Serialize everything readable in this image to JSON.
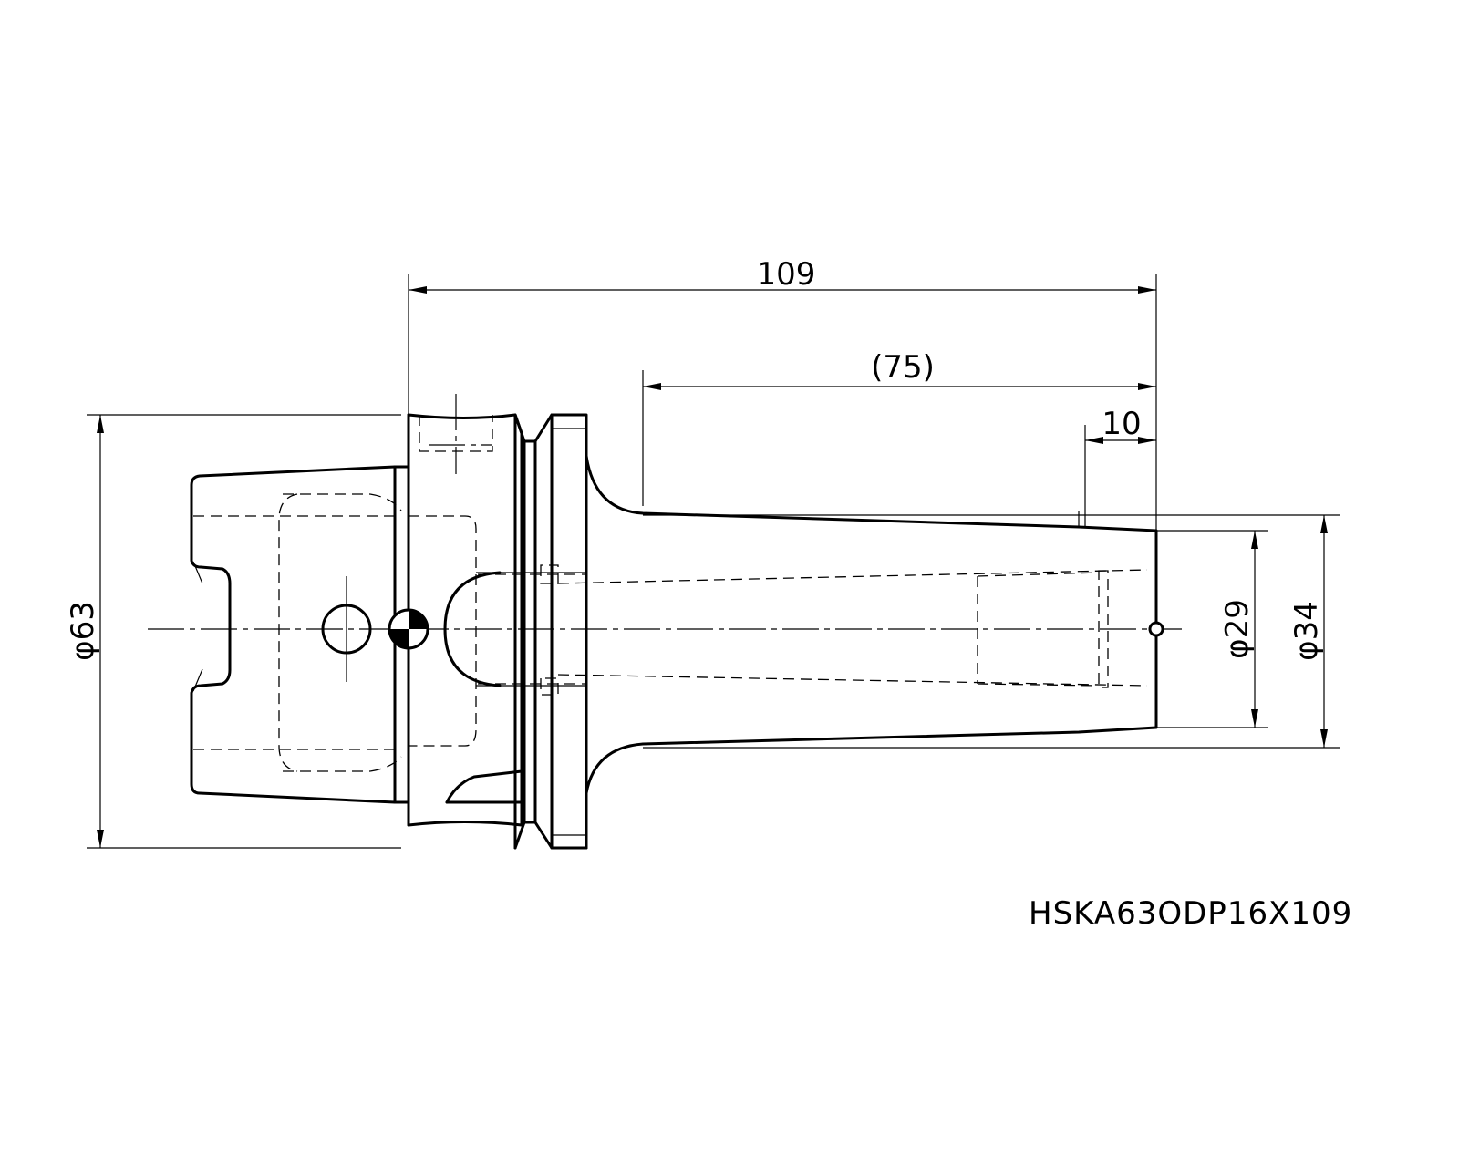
{
  "drawing": {
    "part_number": "HSKA63ODP16X109",
    "dimensions": {
      "overall_length": "109",
      "gauge_length": "(75)",
      "end_length": "10",
      "flange_diameter": "φ63",
      "nose_diameter_small": "φ29",
      "nose_diameter_large": "φ34"
    },
    "colors": {
      "line": "#000000",
      "background": "#ffffff"
    },
    "symbols": [
      "center-of-gravity-symbol",
      "datum-point-symbol"
    ]
  }
}
